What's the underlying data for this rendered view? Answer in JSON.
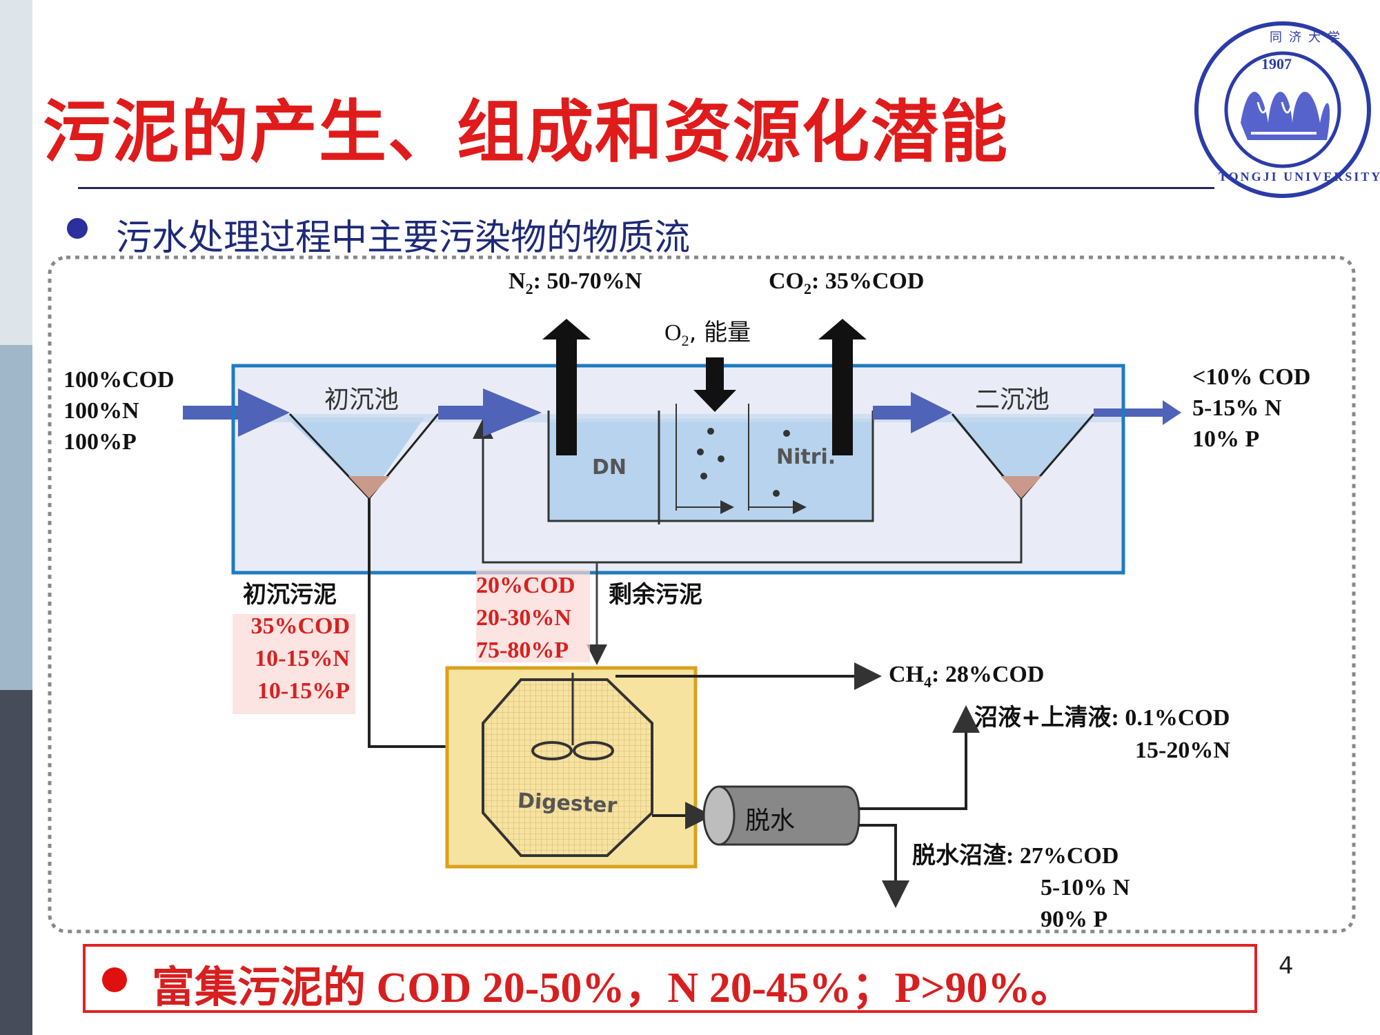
{
  "slide": {
    "title": "污泥的产生、组成和资源化潜能",
    "subtitle": "污水处理过程中主要污染物的物质流",
    "page_number": "4",
    "logo": {
      "year": "1907",
      "text": "TONGJI UNIVERSITY",
      "cn": "同济大学"
    }
  },
  "diagram": {
    "inflow": [
      "100%COD",
      "100%N",
      "100%P"
    ],
    "outflow": [
      "<10% COD",
      "5-15% N",
      "10% P"
    ],
    "primary_clarifier": "初沉池",
    "secondary_clarifier": "二沉池",
    "dn_label": "DN",
    "nitri_label": "Nitri.",
    "n2_label": "N",
    "n2_sub": "2",
    "n2_value": ": 50-70%N",
    "co2_label": "CO",
    "co2_sub": "2",
    "co2_value": ": 35%COD",
    "o2_label": "O",
    "o2_sub": "2",
    "o2_value": ", 能量",
    "primary_sludge": {
      "title": "初沉污泥",
      "values": [
        "35%COD",
        "10-15%N",
        "10-15%P"
      ]
    },
    "excess_sludge": {
      "title": "剩余污泥",
      "values": [
        "20%COD",
        "20-30%N",
        "75-80%P"
      ]
    },
    "digester_label": "Digester",
    "ch4_label": "CH",
    "ch4_sub": "4",
    "ch4_value": ": 28%COD",
    "supernatant": {
      "title": "沼液+上清液",
      "value1": ": 0.1%COD",
      "value2": "15-20%N"
    },
    "dewatering_label": "脱水",
    "dewatered_cake": {
      "title": "脱水沼渣",
      "value1": ": 27%COD",
      "value2": "5-10% N",
      "value3": "90% P"
    }
  },
  "conclusion": "富集污泥的 COD 20-50%，N 20-45%；P>90%。",
  "colors": {
    "title_red": "#e01b1b",
    "box_blue": "#1f7bc0",
    "water_blue": "#b7d3ee",
    "digester_box": "#d9a21b",
    "digester_fill": "#f7e3a0"
  }
}
